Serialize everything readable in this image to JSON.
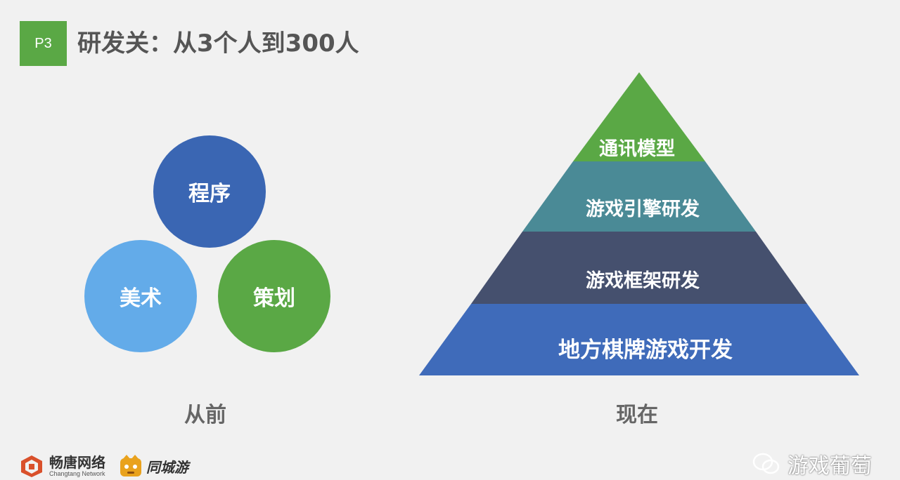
{
  "slide": {
    "page_number": "P3",
    "title": "研发关：从3个人到300人"
  },
  "before": {
    "circles": [
      "程序",
      "美术",
      "策划"
    ],
    "caption": "从前"
  },
  "now": {
    "tiers": [
      "通讯模型",
      "游戏引擎研发",
      "游戏框架研发",
      "地方棋牌游戏开发"
    ],
    "caption": "现在"
  },
  "colors": {
    "green": "#5aa845",
    "dark_blue": "#3a66b3",
    "light_blue": "#63abe9",
    "teal": "#4a8a96",
    "slate": "#45506e",
    "pyramid_base": "#3f6bba"
  },
  "footer": {
    "logo1_cn": "畅唐网络",
    "logo1_en": "Changtang Network",
    "logo2_cn": "同城游",
    "watermark": "游戏葡萄"
  }
}
